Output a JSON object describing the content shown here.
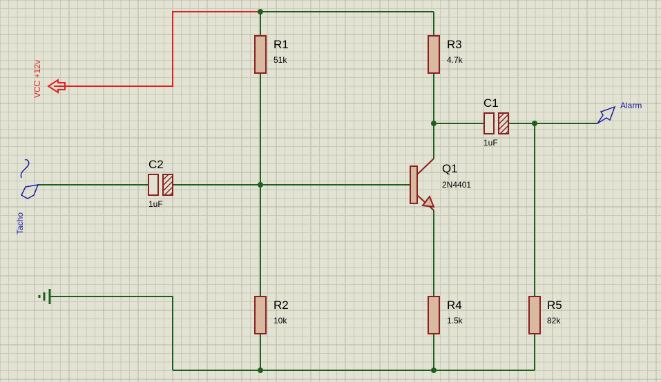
{
  "components": {
    "r1": {
      "ref": "R1",
      "value": "51k"
    },
    "r2": {
      "ref": "R2",
      "value": "10k"
    },
    "r3": {
      "ref": "R3",
      "value": "4.7k"
    },
    "r4": {
      "ref": "R4",
      "value": "1.5k"
    },
    "r5": {
      "ref": "R5",
      "value": "82k"
    },
    "c1": {
      "ref": "C1",
      "value": "1uF"
    },
    "c2": {
      "ref": "C2",
      "value": "1uF"
    },
    "q1": {
      "ref": "Q1",
      "value": "2N4401"
    }
  },
  "terminals": {
    "vcc": "VCC +12v",
    "tacho": "Tacho",
    "alarm": "Alarm"
  },
  "colors": {
    "background": "#e3e3d3",
    "grid_minor": "#c9c9b9",
    "grid_major": "#b5b5a5",
    "wire": "#1e5e1e",
    "power_wire": "#e02020",
    "component_outline": "#8a2020",
    "component_fill": "#d9b9a0",
    "terminal_label": "#1a1aa8"
  }
}
